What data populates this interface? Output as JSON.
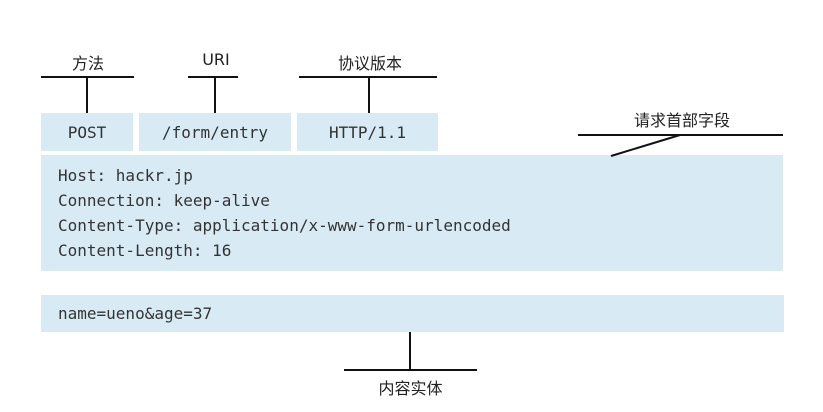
{
  "request_line": {
    "method": "POST",
    "uri": "/form/entry",
    "version": "HTTP/1.1"
  },
  "header_fields": [
    "Host: hackr.jp",
    "Connection: keep-alive",
    "Content-Type: application/x-www-form-urlencoded",
    "Content-Length: 16"
  ],
  "body": "name=ueno&age=37",
  "labels": {
    "method": "方法",
    "uri": "URI",
    "version": "协议版本",
    "headers": "请求首部字段",
    "entity": "内容实体"
  },
  "colors": {
    "box_fill": "#d8ebf5",
    "line": "#111111",
    "text": "#333333"
  }
}
